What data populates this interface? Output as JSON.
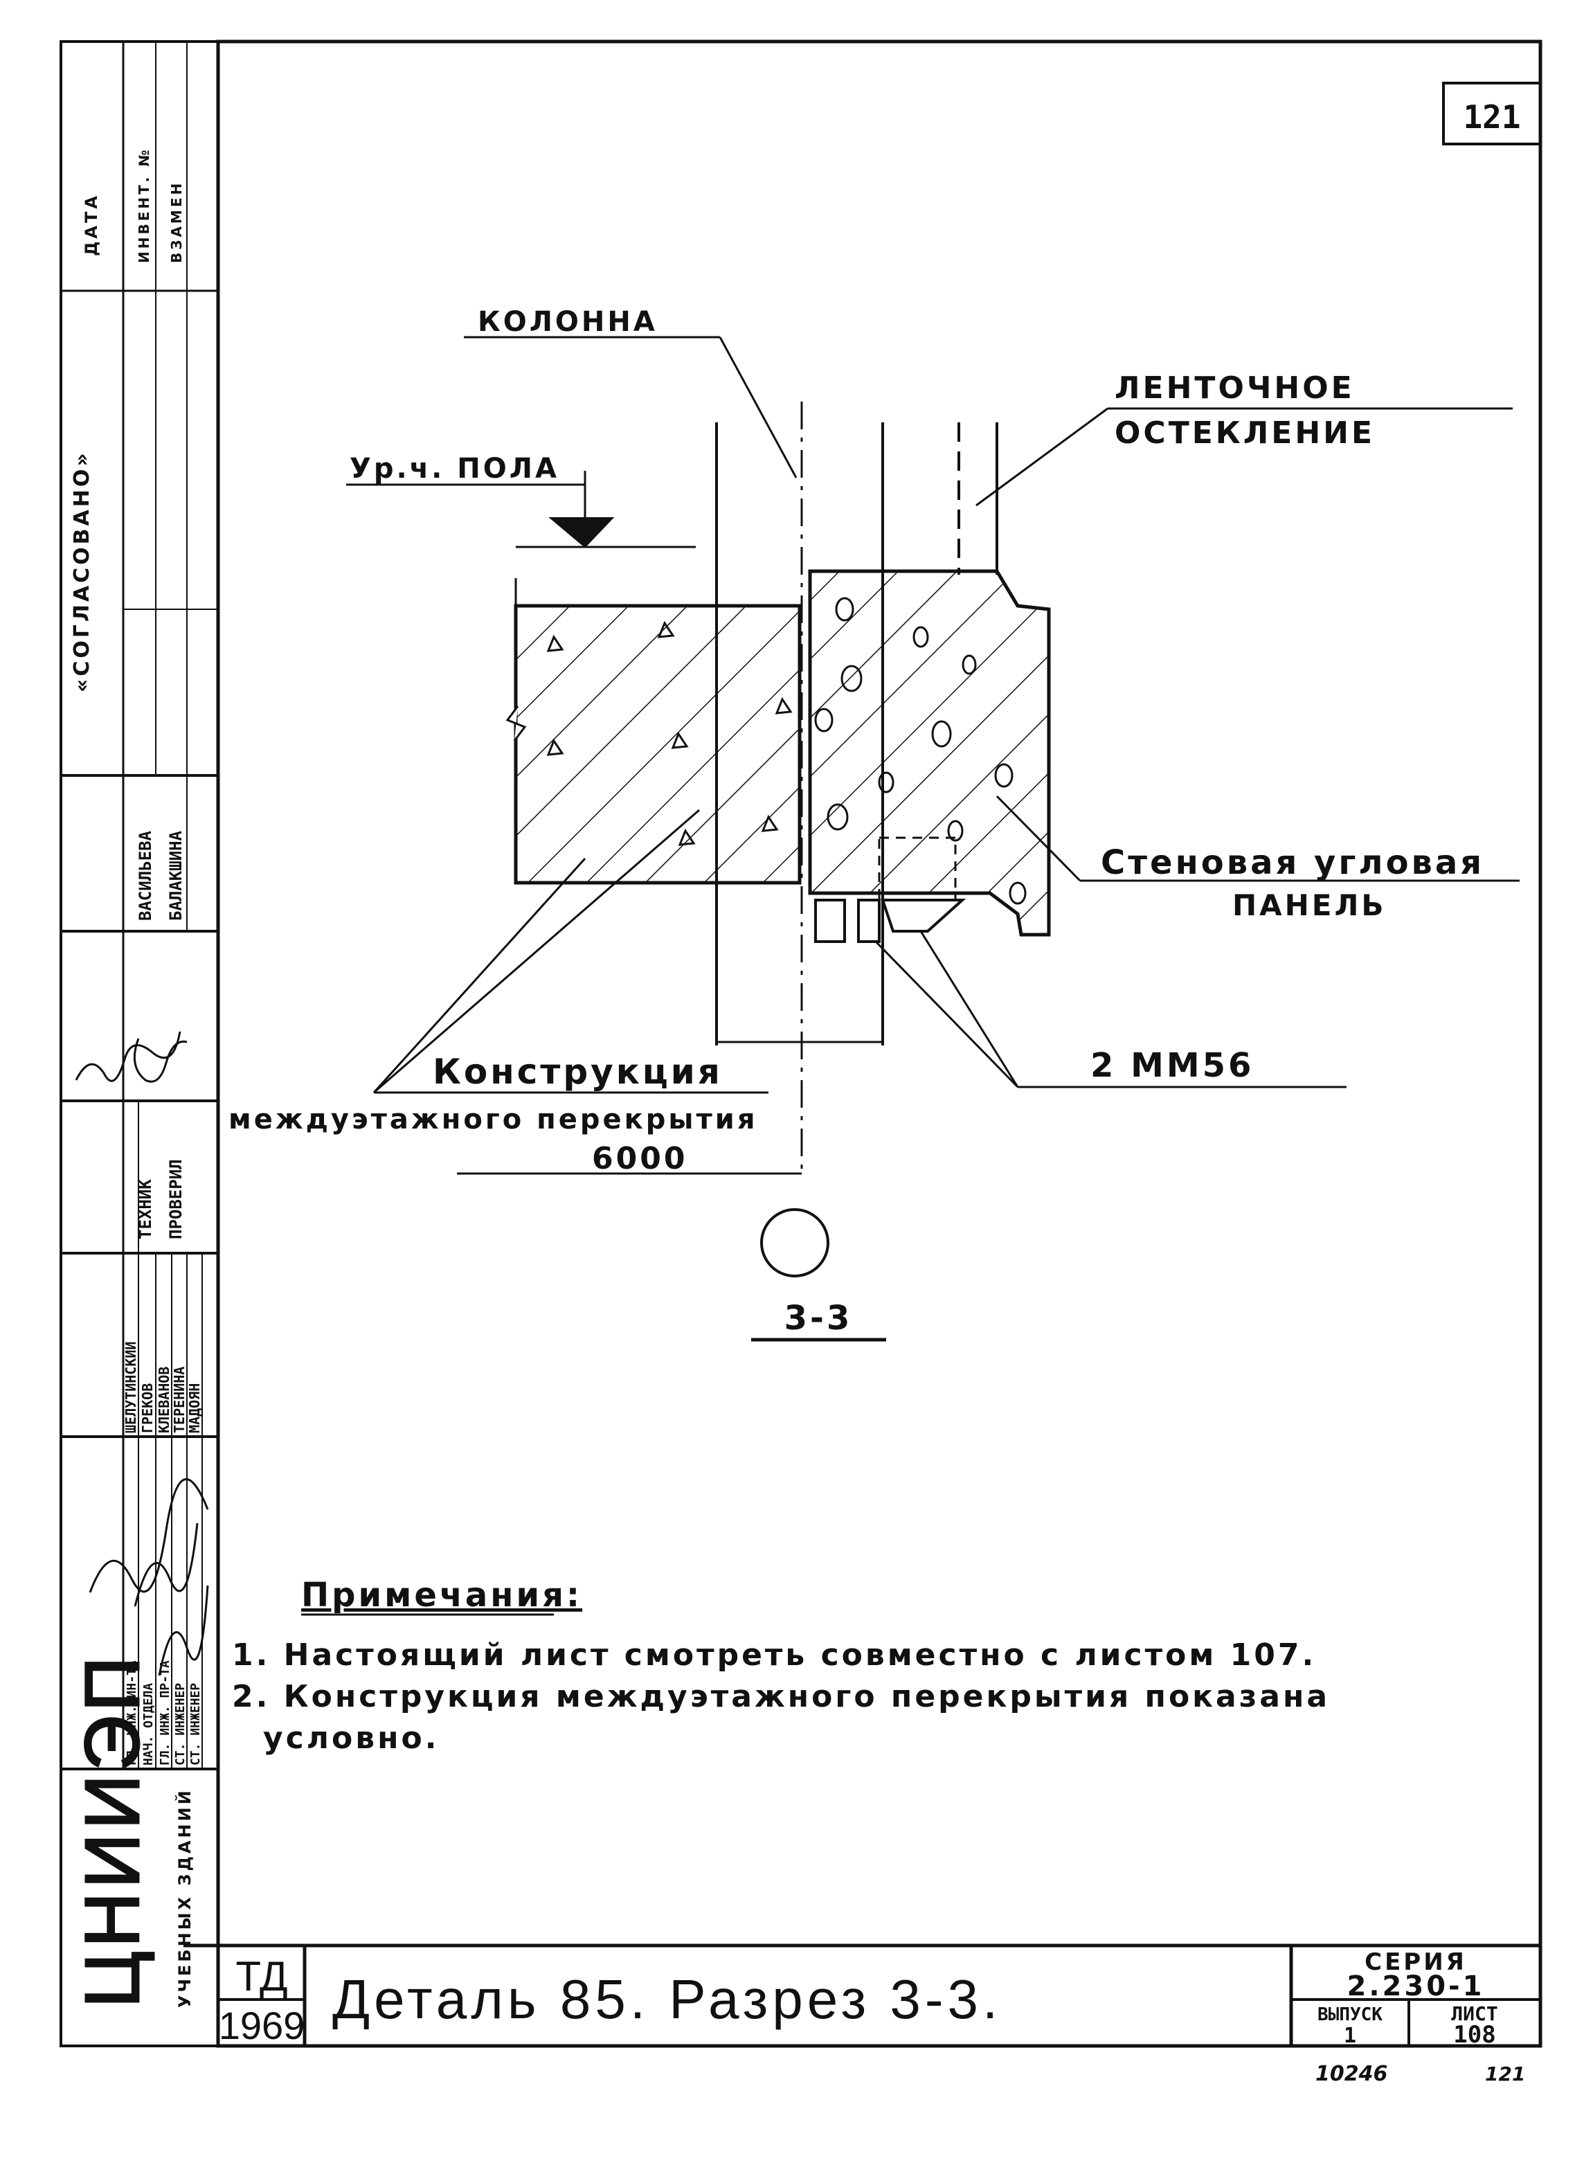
{
  "sheet_number": "121",
  "drawing": {
    "labels": {
      "column": "КОЛОННА",
      "ribbon_glazing_line1": "ЛЕНТОЧНОЕ",
      "ribbon_glazing_line2": "ОСТЕКЛЕНИЕ",
      "floor_level": "Ур.ч. ПОЛА",
      "wall_panel_line1": "Стеновая угловая",
      "wall_panel_line2": "ПАНЕЛЬ",
      "embedded_part": "2 ММ56",
      "floor_construction_line1": "Конструкция",
      "floor_construction_line2": "междуэтажного перекрытия",
      "axis_dim": "6000",
      "section_mark": "3-3"
    }
  },
  "notes": {
    "heading": "Примечания:",
    "items": [
      "1. Настоящий лист смотреть совместно с листом 107.",
      "2. Конструкция междуэтажного перекрытия показана",
      "условно."
    ]
  },
  "left_strip": {
    "approval_header": "«СОГЛАСОВАНО»",
    "date": "ДАТА",
    "inventory": "ИНВЕНТ. №",
    "replaces": "ВЗАМЕН",
    "approvers": [
      "ВАСИЛЬЕВА",
      "БАЛАКШИНА"
    ],
    "roles": [
      "ТЕХНИК",
      "ПРОВЕРИЛ"
    ],
    "staff_names": [
      "ШЕЛУТИНСКИЙ",
      "ГРЕКОВ",
      "КЛЕВАНОВ",
      "ТЕРЕНИНА",
      "МАДОЯН"
    ],
    "staff_positions": [
      "ГЛ. ИНЖ. ИН-ТА",
      "НАЧ. ОТДЕЛА",
      "ГЛ. ИНЖ. ПР-ТА",
      "СТ. ИНЖЕНЕР",
      "СТ. ИНЖЕНЕР"
    ],
    "org_name": "ЦНИИЭП",
    "org_subtitle": "УЧЕБНЫХ ЗДАНИЙ"
  },
  "title_block": {
    "td": "ТД",
    "year": "1969",
    "title": "Деталь 85. Разрез 3-3.",
    "series_label": "СЕРИЯ",
    "series_value": "2.230-1",
    "issue_label": "ВЫПУСК",
    "issue_value": "1",
    "sheet_label": "ЛИСТ",
    "sheet_value": "108"
  },
  "footer": {
    "left": "10246",
    "right": "121"
  },
  "colors": {
    "ink": "#111111",
    "paper": "#ffffff"
  }
}
